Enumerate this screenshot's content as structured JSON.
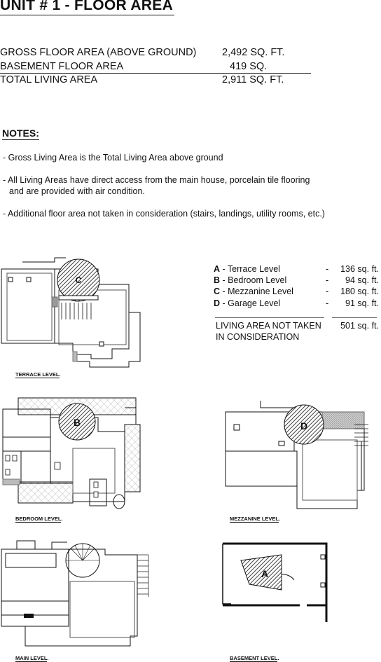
{
  "title": "UNIT # 1 - FLOOR AREA",
  "areas": [
    {
      "label": "GROSS FLOOR AREA (ABOVE GROUND)",
      "value": "2,492 SQ. FT."
    },
    {
      "label": "BASEMENT FLOOR AREA",
      "value": "419 SQ."
    },
    {
      "label": "TOTAL LIVING AREA",
      "value": "2,911 SQ. FT."
    }
  ],
  "notes": {
    "heading": "NOTES:",
    "items": [
      "- Gross Living Area is the Total Living Area above ground",
      "- All Living Areas have direct access from the main house, porcelain tile flooring",
      "and are provided with air condition.",
      "- Additional floor area not taken in consideration (stairs, landings, utility rooms, etc.)"
    ]
  },
  "legend": {
    "items": [
      {
        "key": "A",
        "label": " - Terrace Level",
        "dash": "-",
        "value": "136 sq. ft."
      },
      {
        "key": "B",
        "label": " - Bedroom Level",
        "dash": "-",
        "value": "94 sq. ft."
      },
      {
        "key": "C",
        "label": " - Mezzanine Level",
        "dash": "-",
        "value": "180 sq. ft."
      },
      {
        "key": "D",
        "label": " - Garage Level",
        "dash": "-",
        "value": "91 sq. ft."
      }
    ],
    "total_label_1": "LIVING AREA NOT TAKEN",
    "total_label_2": "IN CONSIDERATION",
    "total_value": "501 sq. ft."
  },
  "plans": {
    "terrace": {
      "caption": "TERRACE LEVEL",
      "marker": "C"
    },
    "bedroom": {
      "caption": "BEDROOM LEVEL",
      "marker": "B"
    },
    "mezzanine": {
      "caption": "MEZZANINE LEVEL",
      "marker": "D"
    },
    "main": {
      "caption": "MAIN LEVEL"
    },
    "basement": {
      "caption": "BASEMENT LEVEL",
      "marker": "A"
    }
  },
  "caption_suffix": "."
}
